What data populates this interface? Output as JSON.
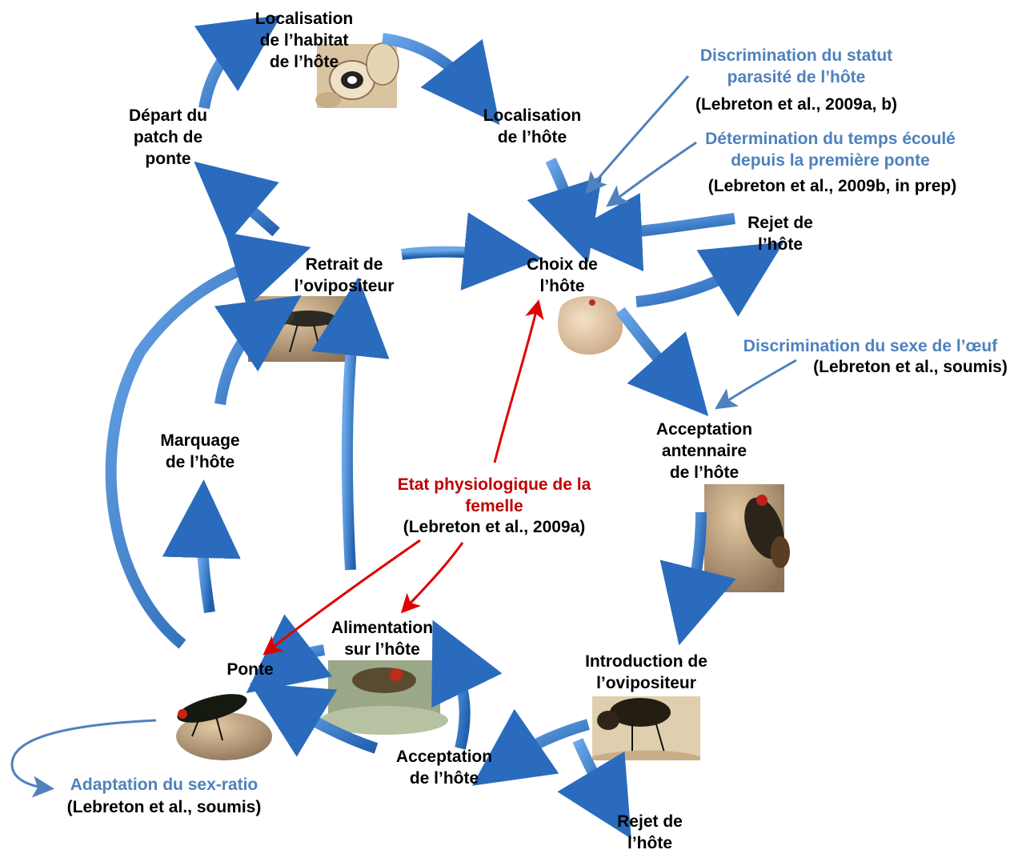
{
  "nodes": {
    "localisation_habitat": "Localisation\nde l’habitat\nde l’hôte",
    "localisation_hote": "Localisation\nde l’hôte",
    "depart_patch": "Départ du\npatch de\nponte",
    "retrait": "Retrait de\nl’ovipositeur",
    "choix": "Choix de\nl’hôte",
    "rejet_top": "Rejet de\nl’hôte",
    "acceptation_antennaire": "Acceptation\nantennaire\nde l’hôte",
    "marquage": "Marquage\nde l’hôte",
    "alimentation": "Alimentation\nsur l’hôte",
    "ponte": "Ponte",
    "introduction": "Introduction de\nl’ovipositeur",
    "acceptation": "Acceptation\nde l’hôte",
    "rejet_bottom": "Rejet de\nl’hôte"
  },
  "annotations": {
    "discrimination_statut": "Discrimination du statut\nparasité de l’hôte",
    "discrimination_statut_ref": "(Lebreton et al., 2009a, b)",
    "determination_temps": "Détermination du temps écoulé\ndepuis la première ponte",
    "determination_temps_ref": "(Lebreton et al., 2009b, in prep)",
    "discrimination_sexe": "Discrimination du sexe de l’œuf",
    "discrimination_sexe_ref": "(Lebreton et al., soumis)",
    "etat_physio": "Etat physiologique de la\nfemelle",
    "etat_physio_ref": "(Lebreton et al., 2009a)",
    "adaptation": "Adaptation du sex-ratio",
    "adaptation_ref": "(Lebreton et al., soumis)"
  },
  "colors": {
    "process_arrow": "#3d7cc9",
    "influence_arrow": "#4f81bd",
    "physio_arrow": "#e00000",
    "annotation_text": "#4f81bd",
    "physio_text": "#c00000"
  }
}
